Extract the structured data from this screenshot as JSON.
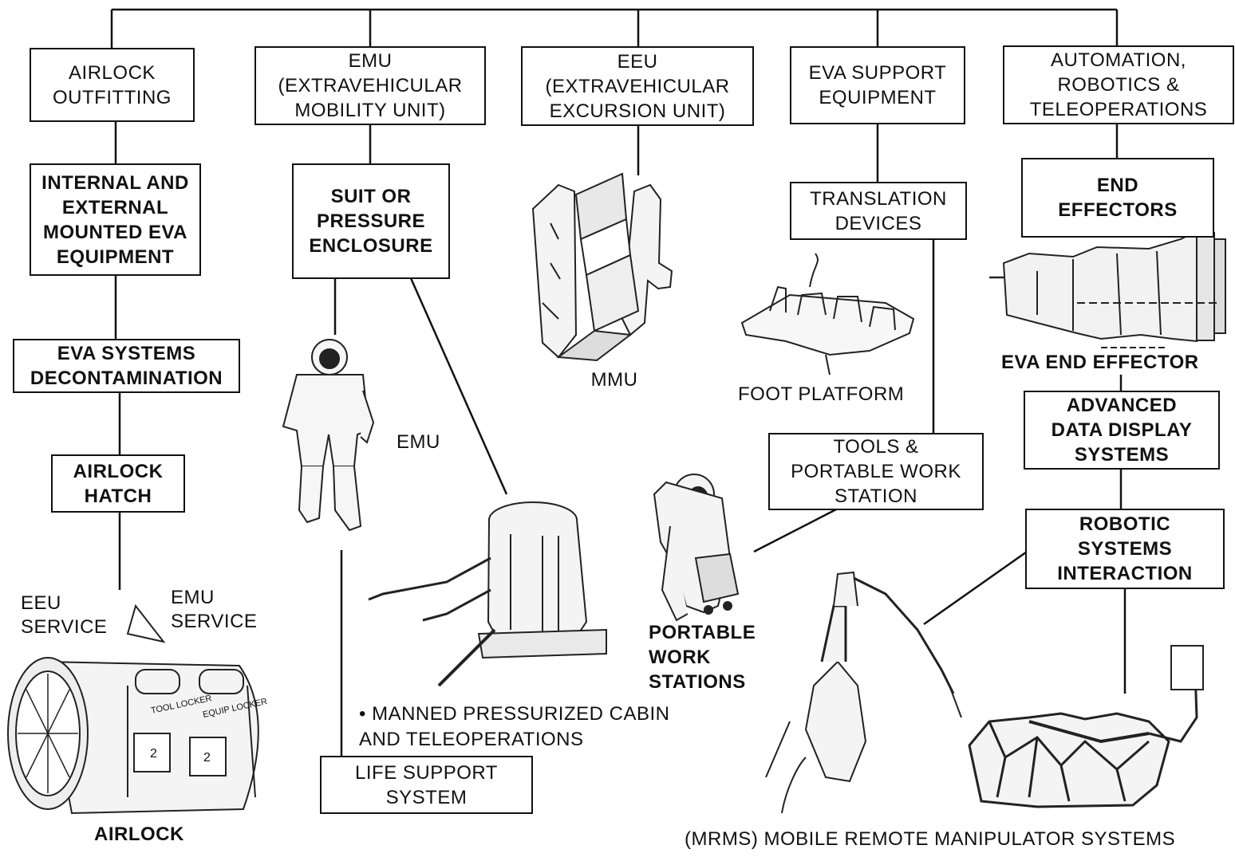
{
  "boxes": {
    "airlock_outfitting": "AIRLOCK\nOUTFITTING",
    "emu": "EMU\n(EXTRAVEHICULAR\nMOBILITY UNIT)",
    "eeu": "EEU\n(EXTRAVEHICULAR\nEXCURSION UNIT)",
    "eva_support": "EVA SUPPORT\nEQUIPMENT",
    "automation": "AUTOMATION,\nROBOTICS &\nTELEOPERATIONS",
    "internal_external": "INTERNAL AND\nEXTERNAL\nMOUNTED EVA\nEQUIPMENT",
    "eva_decon": "EVA SYSTEMS\nDECONTAMINATION",
    "airlock_hatch": "AIRLOCK\nHATCH",
    "suit": "SUIT OR\nPRESSURE\nENCLOSURE",
    "life_support": "LIFE SUPPORT\nSYSTEM",
    "translation": "TRANSLATION\nDEVICES",
    "tools": "TOOLS &\nPORTABLE WORK\nSTATION",
    "end_effectors": "END\nEFFECTORS",
    "advanced_data": "ADVANCED\nDATA DISPLAY\nSYSTEMS",
    "robotic_systems": "ROBOTIC\nSYSTEMS\nINTERACTION"
  },
  "labels": {
    "mmu": "MMU",
    "foot_platform": "FOOT PLATFORM",
    "eva_end_effector": "EVA END EFFECTOR",
    "emu_figure": "EMU",
    "portable_work_stations": "PORTABLE\nWORK\nSTATIONS",
    "manned_cabin": "•  MANNED PRESSURIZED CABIN\n    AND TELEOPERATIONS",
    "eeu_service": "EEU\nSERVICE",
    "emu_service": "EMU\nSERVICE",
    "airlock": "AIRLOCK",
    "mrms": "(MRMS) MOBILE REMOTE MANIPULATOR SYSTEMS",
    "tool_locker": "TOOL\nLOCKER",
    "equip_locker": "EQUIP\nLOCKER",
    "locker_num": "2"
  },
  "illustrations": [
    "mmu-drawing",
    "foot-platform-drawing",
    "end-effector-drawing",
    "astronaut-emu-drawing",
    "pressurized-cabin-drawing",
    "portable-work-station-drawing",
    "airlock-drawing",
    "robot-arm-drawing",
    "truss-structure-drawing"
  ]
}
